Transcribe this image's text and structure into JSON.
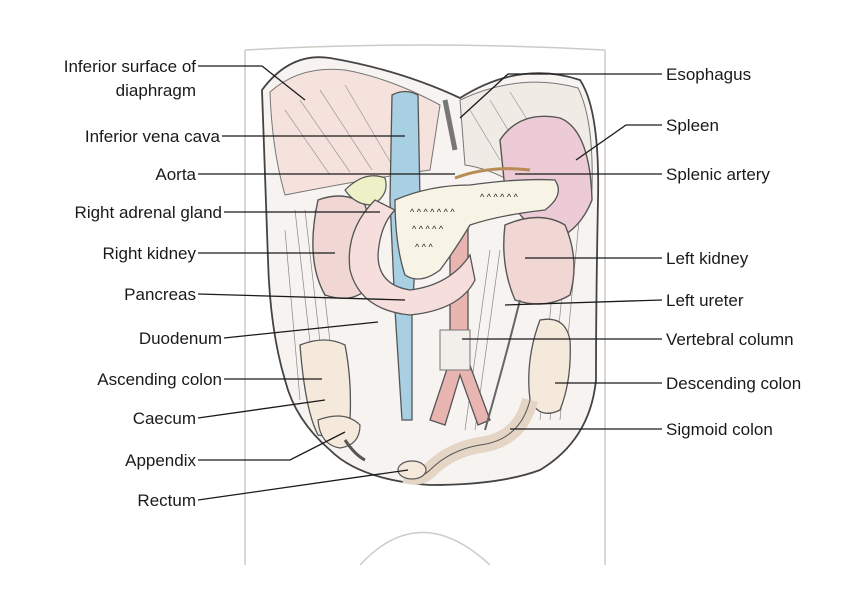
{
  "labels_left": [
    {
      "id": "inferior-surface-of-diaphragm",
      "lines": [
        "Inferior surface of",
        "diaphragm"
      ]
    },
    {
      "id": "inferior-vena-cava",
      "lines": [
        "Inferior vena cava"
      ]
    },
    {
      "id": "aorta",
      "lines": [
        "Aorta"
      ]
    },
    {
      "id": "right-adrenal-gland",
      "lines": [
        "Right adrenal gland"
      ]
    },
    {
      "id": "right-kidney",
      "lines": [
        "Right kidney"
      ]
    },
    {
      "id": "pancreas",
      "lines": [
        "Pancreas"
      ]
    },
    {
      "id": "duodenum",
      "lines": [
        "Duodenum"
      ]
    },
    {
      "id": "ascending-colon",
      "lines": [
        "Ascending colon"
      ]
    },
    {
      "id": "caecum",
      "lines": [
        "Caecum"
      ]
    },
    {
      "id": "appendix",
      "lines": [
        "Appendix"
      ]
    },
    {
      "id": "rectum",
      "lines": [
        "Rectum"
      ]
    }
  ],
  "labels_right": [
    {
      "id": "esophagus",
      "lines": [
        "Esophagus"
      ]
    },
    {
      "id": "spleen",
      "lines": [
        "Spleen"
      ]
    },
    {
      "id": "splenic-artery",
      "lines": [
        "Splenic artery"
      ]
    },
    {
      "id": "left-kidney",
      "lines": [
        "Left kidney"
      ]
    },
    {
      "id": "left-ureter",
      "lines": [
        "Left ureter"
      ]
    },
    {
      "id": "vertebral-column",
      "lines": [
        "Vertebral column"
      ]
    },
    {
      "id": "descending-colon",
      "lines": [
        "Descending colon"
      ]
    },
    {
      "id": "sigmoid-colon",
      "lines": [
        "Sigmoid colon"
      ]
    }
  ],
  "colors": {
    "ivc": "#a9cfe3",
    "aorta": "#e9b5b0",
    "kidney": "#f1d7d4",
    "pancreas": "#f7f4e6",
    "spleen": "#eccad6",
    "colon": "#f5e9dc",
    "body_outline": "#f4f1ee",
    "adrenal": "#eef1c8"
  }
}
